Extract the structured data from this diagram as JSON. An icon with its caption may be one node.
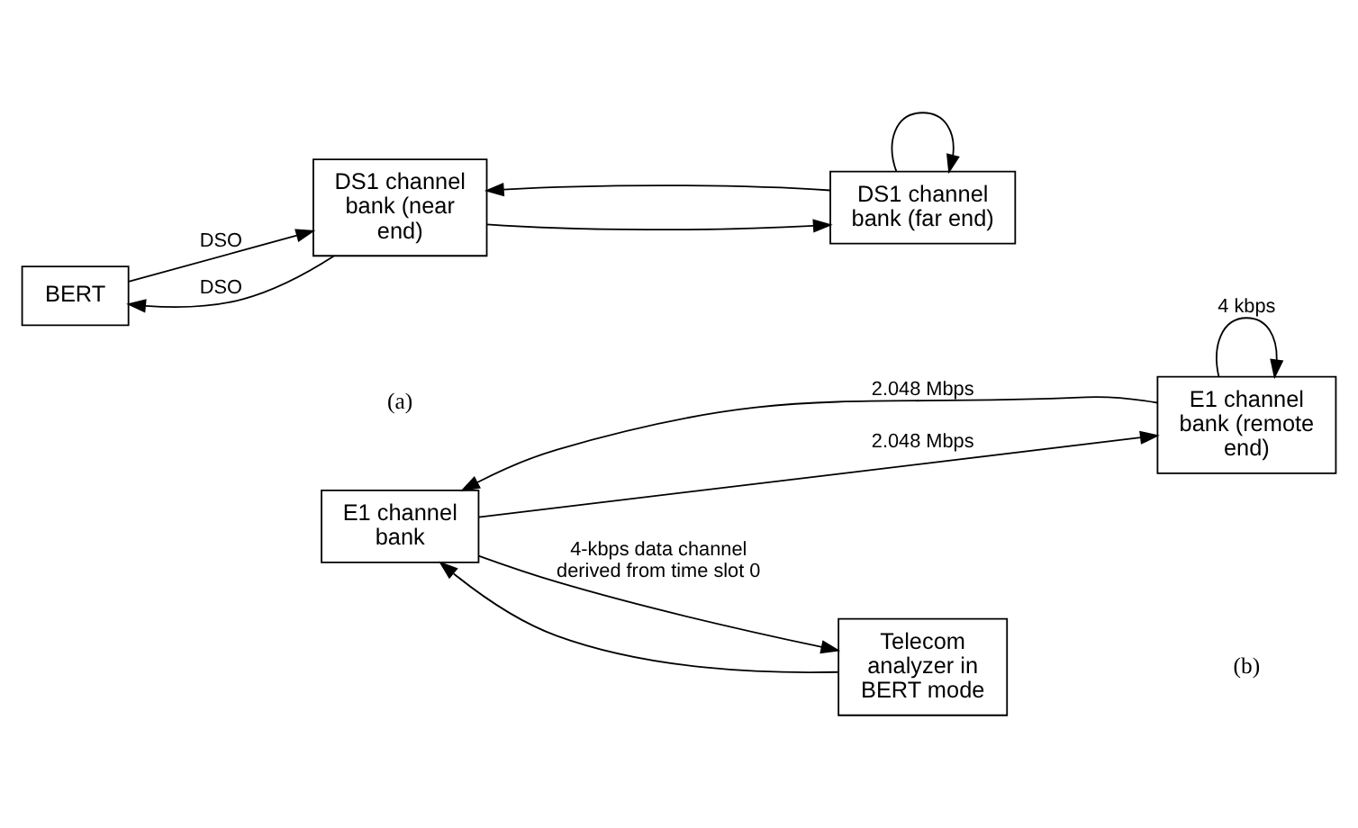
{
  "diagram": {
    "nodes": [
      {
        "text": [
          "BERT"
        ]
      },
      {
        "text": [
          "DS1 channel bank (near end)"
        ]
      },
      {
        "text": [
          "DS1 channel bank (far end)"
        ]
      },
      {
        "text": [
          "E1 channel bank"
        ]
      },
      {
        "text": [
          "E1 channel bank (remote end)"
        ]
      },
      {
        "text": [
          "Telecom analyzer in BERT mode"
        ]
      }
    ],
    "edges": [
      {
        "from": 0,
        "to": 1,
        "arrow": "to",
        "label": "DSO"
      },
      {
        "from": 1,
        "to": 0,
        "arrow": "to",
        "label": "DSO"
      },
      {
        "from": 1,
        "to": 2,
        "arrow": "to"
      },
      {
        "from": 2,
        "to": 1,
        "arrow": "to"
      },
      {
        "from": 2,
        "to": 2,
        "arrow": "to"
      },
      {
        "from": 3,
        "to": 4,
        "arrow": "to",
        "label": "2.048 Mbps"
      },
      {
        "from": 4,
        "to": 3,
        "arrow": "to",
        "label": "2.048 Mbps"
      },
      {
        "from": 4,
        "to": 4,
        "arrow": "to",
        "label": "4 kbps"
      },
      {
        "from": 3,
        "to": 5,
        "arrow": "to",
        "label": "4-kbps data channel derived from time slot 0"
      },
      {
        "from": 5,
        "to": 3,
        "arrow": "to"
      }
    ],
    "labels": [
      "(a)",
      "(b)"
    ]
  }
}
